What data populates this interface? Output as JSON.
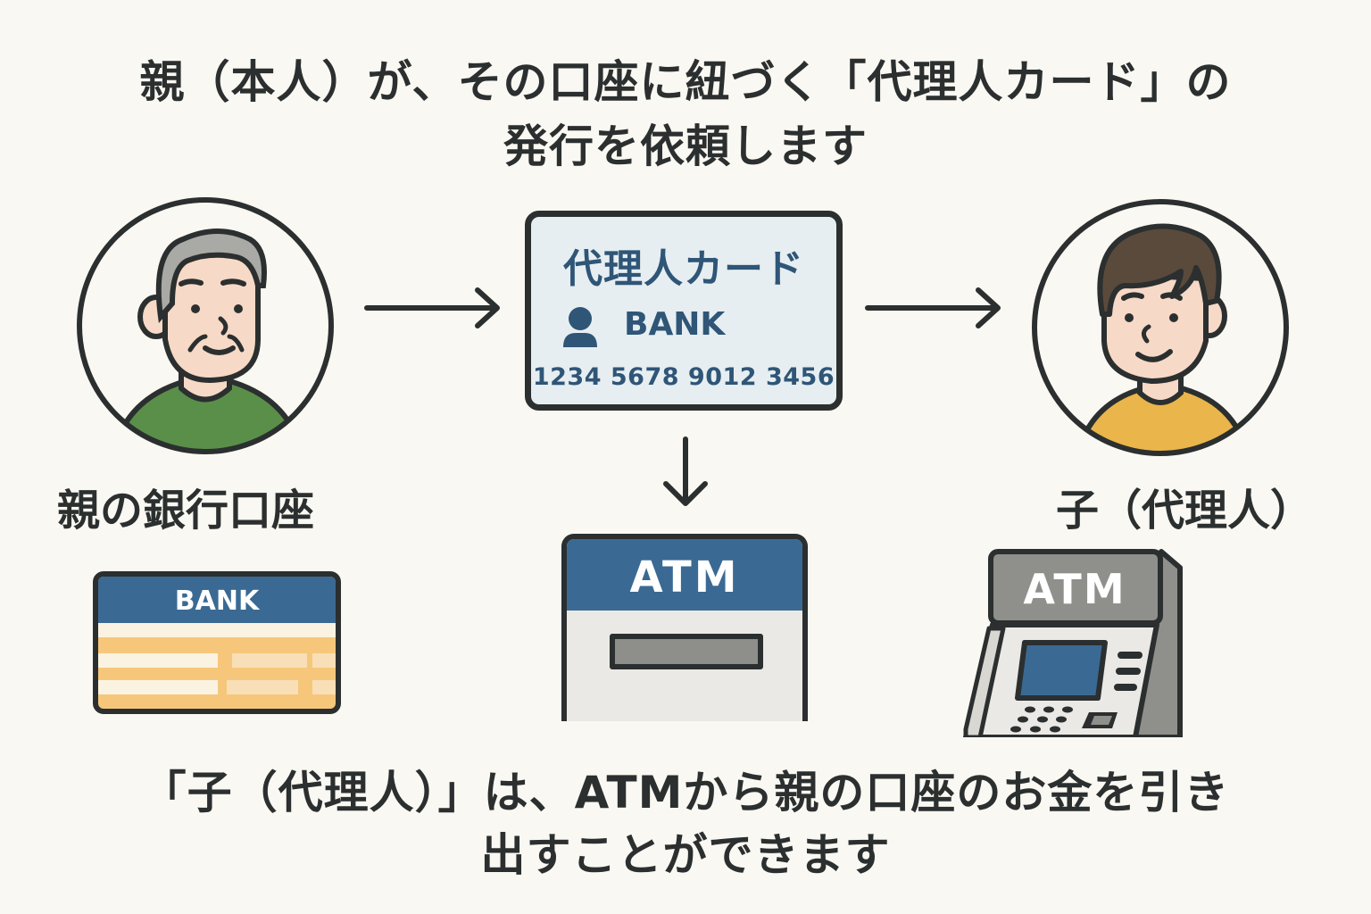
{
  "header": {
    "line1": "親（本人）が、その口座に紐づく「代理人カード」の",
    "line2": "発行を依頼します"
  },
  "parent": {
    "label": "親の銀行口座",
    "shirt_color": "#5a8f4a",
    "hair_color": "#a9a9a5"
  },
  "proxy_card": {
    "title": "代理人カード",
    "bank": "BANK",
    "number": "1234 5678 9012 3456",
    "icon": "person-icon"
  },
  "child": {
    "label": "子（代理人）",
    "shirt_color": "#eab54a",
    "hair_color": "#5a4a3c"
  },
  "bank_card": {
    "label": "BANK"
  },
  "atm_main": {
    "label": "ATM"
  },
  "atm_side": {
    "label": "ATM"
  },
  "footer": {
    "line1": "「子（代理人）」は、ATMから親の口座のお金を引き",
    "line2": "出すことができます"
  },
  "colors": {
    "background": "#faf8f2",
    "ink": "#2b2f2f",
    "accent_blue": "#3a6a93",
    "card_text": "#2f5577",
    "card_bg": "#e6eef1",
    "bank_card_yellow": "#f6c77a",
    "skin": "#f6d9c6"
  }
}
